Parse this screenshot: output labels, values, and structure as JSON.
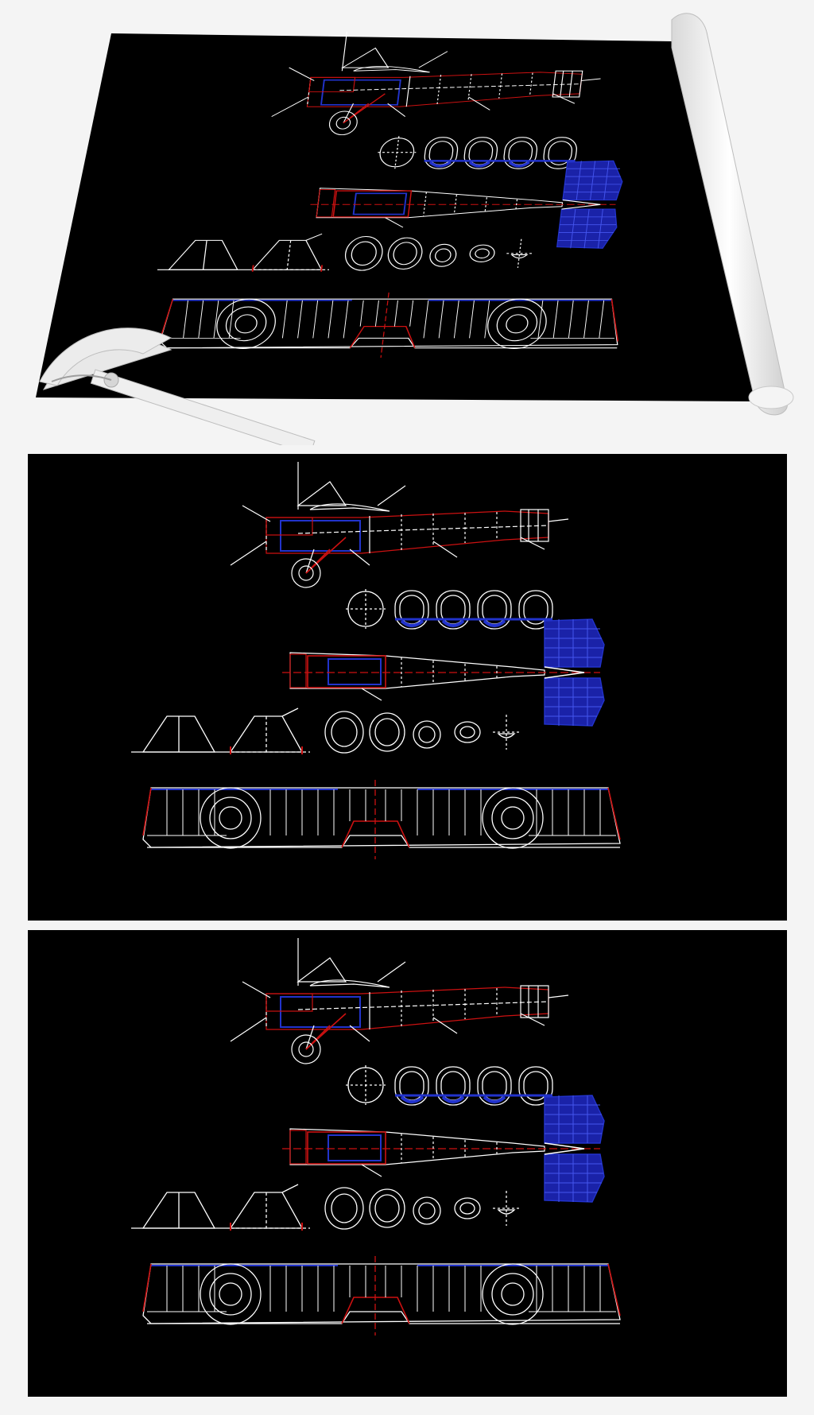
{
  "panels": [
    {
      "id": "hero-sheet"
    },
    {
      "id": "drawing-2"
    },
    {
      "id": "drawing-3"
    }
  ],
  "colors": {
    "background": "#000000",
    "line_white": "#ffffff",
    "line_red": "#cc1111",
    "line_blue": "#2233cc",
    "fill_blue": "#1a22a8",
    "page_bg": "#f4f4f4",
    "tool_white": "#e6e6e6"
  },
  "icons": [
    "protractor-icon",
    "rolled-paper-icon"
  ]
}
